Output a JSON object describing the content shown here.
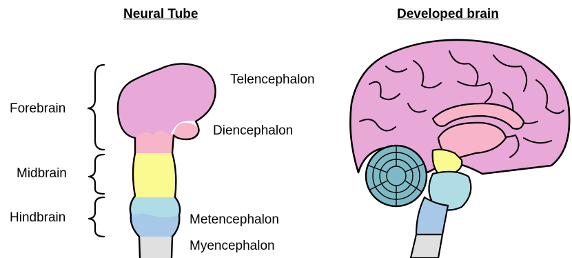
{
  "headings": {
    "left": "Neural Tube",
    "right": "Developed brain"
  },
  "brain_divisions": [
    {
      "label": "Forebrain",
      "color": "#e8a8d8"
    },
    {
      "label": "Midbrain",
      "color": "#fafa90"
    },
    {
      "label": "Hindbrain",
      "color": "#b0dce6"
    }
  ],
  "regions": [
    {
      "label": "Telencephalon",
      "color": "#e8a8d8"
    },
    {
      "label": "Diencephalon",
      "color": "#f8b4c8"
    },
    {
      "label": "Metencephalon",
      "color": "#a8c8e8"
    },
    {
      "label": "Myencephalon",
      "color": "#e0e0e0"
    }
  ]
}
